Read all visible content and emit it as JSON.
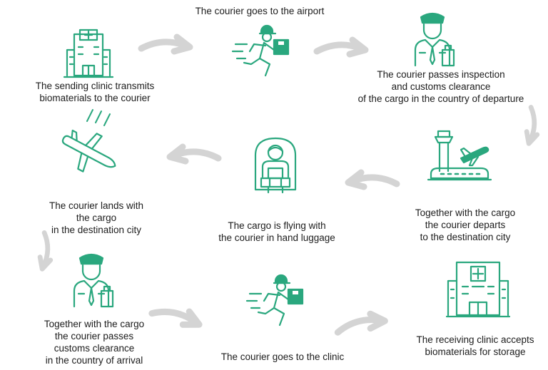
{
  "steps": [
    {
      "id": "step-1",
      "caption": "The sending clinic transmits\nbiomaterials to the courier",
      "icon": "clinic-icon"
    },
    {
      "id": "step-2",
      "caption": "The courier goes to the airport",
      "icon": "running-courier-icon"
    },
    {
      "id": "step-3",
      "caption": "The courier passes inspection\nand customs clearance\nof the cargo in the country of departure",
      "icon": "customs-officer-icon"
    },
    {
      "id": "step-4",
      "caption": "Together with the cargo\nthe courier departs\nto the destination city",
      "icon": "airport-departure-icon"
    },
    {
      "id": "step-5",
      "caption": "The cargo is flying with\nthe courier in hand luggage",
      "icon": "seated-passenger-icon"
    },
    {
      "id": "step-6",
      "caption": "The courier lands with\nthe cargo\nin the destination city",
      "icon": "landing-airplane-icon"
    },
    {
      "id": "step-7",
      "caption": "Together with the cargo\nthe courier passes\ncustoms clearance\nin the country of arrival",
      "icon": "customs-officer-icon"
    },
    {
      "id": "step-8",
      "caption": "The courier goes to the clinic",
      "icon": "running-courier-icon"
    },
    {
      "id": "step-9",
      "caption": "The receiving clinic accepts\nbiomaterials for storage",
      "icon": "hospital-building-icon"
    }
  ],
  "colors": {
    "accent": "#2aa77e",
    "arrow": "#d6d6d6",
    "text": "#1c1c1c"
  }
}
